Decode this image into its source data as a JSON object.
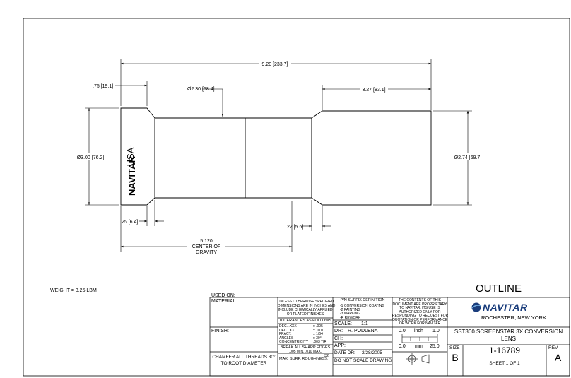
{
  "dimensions": {
    "overall_length": "9.20 [233.7]",
    "front_flange": ".75 [19.1]",
    "small_diameter": "Ø2.30 [58.4]",
    "rear_length": "3.27 [83.1]",
    "front_diameter": "Ø3.00 [76.2]",
    "rear_diameter": "Ø2.74 [69.7]",
    "chamfer_front": ".25 [6.4]",
    "chamfer_rear": ".22 [5.6]",
    "cog_value": "5.120",
    "cog_line1": "CENTER OF",
    "cog_line2": "GRAVITY"
  },
  "body_text": {
    "usa": "-USA-",
    "brand": "NAVITAR"
  },
  "weight": "WEIGHT = 3.25 LBM",
  "title_block": {
    "used_on": "USED ON:",
    "material_label": "MATERIAL:",
    "finish_label": "FINISH:",
    "chamfer_note_1": "CHAMFER ALL THREADS 30°",
    "chamfer_note_2": "TO ROOT DIAMETER",
    "unless_1": "UNLESS OTHERWISE SPECIFIED",
    "unless_2": "DIMENSIONS ARE IN INCHES AND",
    "unless_3": "INCLUDE CHEMICALLY APPLIED",
    "unless_4": "OR PLATED FINISHES",
    "tolerances_title": "TOLERANCES AS FOLLOWS",
    "tol_rows": [
      {
        "label": "DEC.   .XXX",
        "value": "± .005"
      },
      {
        "label": "DEC.   .XX",
        "value": "± .010"
      },
      {
        "label": "FRACT.",
        "value": "± 1/64"
      },
      {
        "label": "ANGLES",
        "value": "± 30°"
      },
      {
        "label": "CONCENTRICITY",
        "value": ".003 TIR"
      }
    ],
    "break_1": "BREAK ALL SHARP EDGES",
    "break_2": ".005 MIN.  .010 MAX.",
    "surf": "MAX. SURF. ROUGHNESS:",
    "surf_value": "32",
    "suffix_title": "P/N SUFFIX DEFINITION",
    "suffix_items": [
      "-1  CONVERSION COATING",
      "-2  PAINTING",
      "-3  MARKING",
      "-R  REWORK"
    ],
    "scale_label": "SCALE:",
    "scale_value": "1:1",
    "dr_label": "DR:",
    "dr_value": "R. PODLENA",
    "ch_label": "CH:",
    "app_label": "APP:",
    "date_label": "DATE DR:",
    "date_value": "2/28/2005",
    "no_scale": "DO NOT SCALE DRAWING",
    "proprietary": [
      "THE CONTENTS OF THIS",
      "DOCUMENT ARE PROPRIETARY",
      "TO NAVITAR. ITS USE IS",
      "AUTHORIZED ONLY FOR",
      "RESPONDING TO REQUEST FOR",
      "QUOTATION OR PERFORMANCE",
      "OF WORK FOR NAVITAR"
    ],
    "inch_scale": {
      "left": "0.0",
      "mid": "inch",
      "right": "1.0"
    },
    "mm_scale": {
      "left": "0.0",
      "mid": "mm",
      "right": "25.0"
    },
    "outline": "OUTLINE",
    "company": "NAVITAR",
    "location": "ROCHESTER, NEW YORK",
    "part_title_1": "SST300 SCREENSTAR 3X  CONVERSION",
    "part_title_2": "LENS",
    "size_label": "SIZE",
    "size_value": "B",
    "dwg_no": "1-16789",
    "rev_label": "REV",
    "rev_value": "A",
    "sheet": "SHEET  1  OF  1"
  }
}
